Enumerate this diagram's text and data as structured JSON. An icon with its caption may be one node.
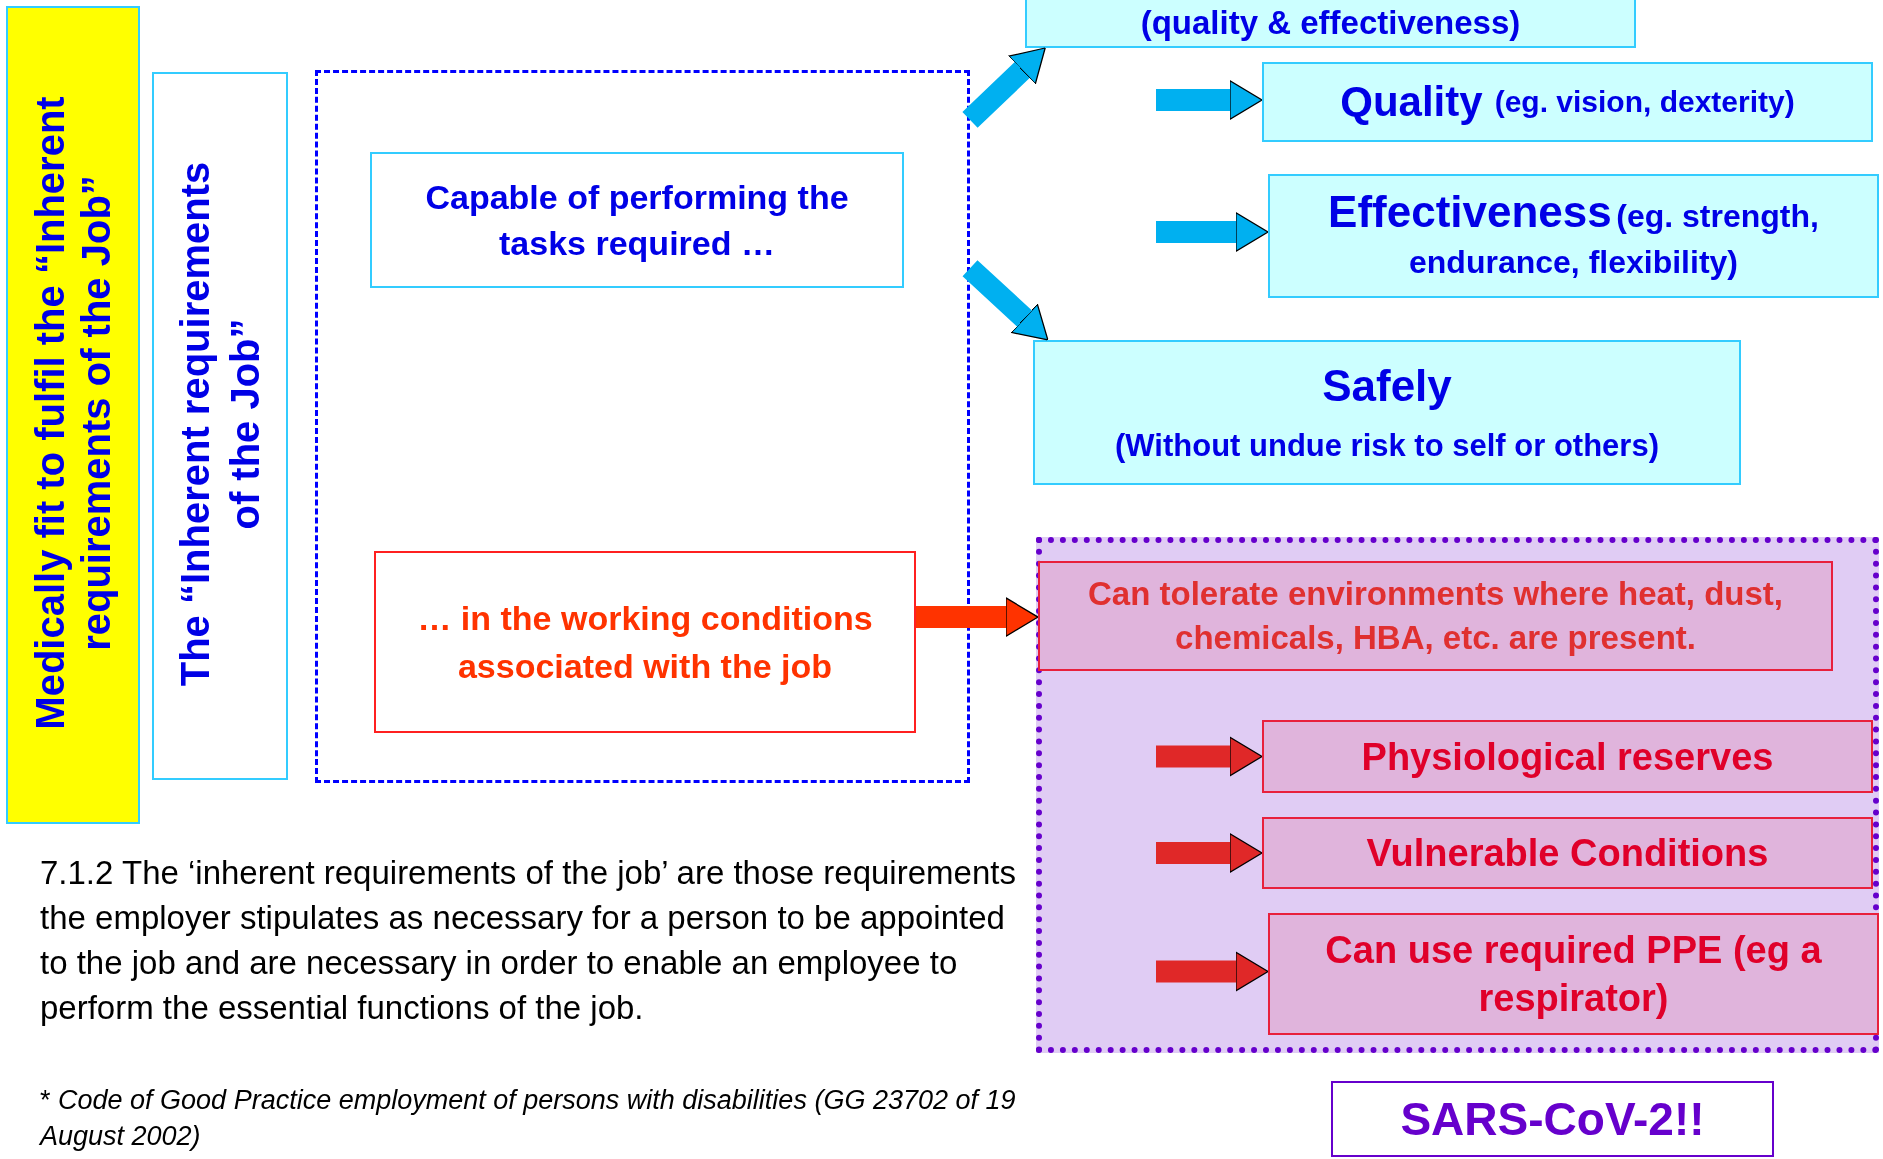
{
  "diagram": {
    "nodes": [
      {
        "text": [
          "Medically fit to fulfil the “Inherent requirements of the Job”"
        ]
      },
      {
        "text": [
          "The “Inherent requirements of the Job”"
        ]
      },
      {
        "text": [],
        "shape": "box"
      },
      {
        "text": [
          "Capable of performing the tasks required …"
        ],
        "in": 2
      },
      {
        "text": [
          "… in the working conditions associated with the job"
        ],
        "in": 2
      },
      {
        "text": [
          "(quality & effectiveness)"
        ]
      },
      {
        "text": [
          "Quality",
          "(eg. vision, dexterity)"
        ]
      },
      {
        "text": [
          "Effectiveness",
          "(eg. strength, endurance, flexibility)"
        ]
      },
      {
        "text": [
          "Safely",
          "(Without undue risk to self or others)"
        ]
      },
      {
        "text": [],
        "shape": "box"
      },
      {
        "text": [
          "Can tolerate environments where heat, dust, chemicals, HBA, etc. are present."
        ],
        "in": 9
      },
      {
        "text": [
          "Physiological reserves"
        ],
        "in": 9
      },
      {
        "text": [
          "Vulnerable Conditions"
        ],
        "in": 9
      },
      {
        "text": [
          "Can use required PPE (eg a respirator)"
        ],
        "in": 9
      },
      {
        "text": [
          "SARS-CoV-2!!"
        ]
      }
    ],
    "edges": [
      {
        "from": 2,
        "to": 5,
        "arrow": "to",
        "color": "#00b0f0"
      },
      {
        "from": 2,
        "to": 8,
        "arrow": "to",
        "color": "#00b0f0"
      },
      {
        "from": null,
        "to": 6,
        "arrow": "to",
        "color": "#00b0f0"
      },
      {
        "from": null,
        "to": 7,
        "arrow": "to",
        "color": "#00b0f0"
      },
      {
        "from": 4,
        "to": 10,
        "arrow": "to",
        "color": "#ff3300"
      },
      {
        "from": null,
        "to": 11,
        "arrow": "to",
        "color": "#e02828"
      },
      {
        "from": null,
        "to": 12,
        "arrow": "to",
        "color": "#e02828"
      },
      {
        "from": null,
        "to": 13,
        "arrow": "to",
        "color": "#e02828"
      }
    ],
    "labels": [
      "7.1.2 The ‘inherent requirements of the job’ are those requirements the employer stipulates as necessary for a person to be appointed to the job and are necessary in order to enable an employee to perform the essential functions of the job.",
      "* *Code of Good Practice employment of persons with disabilities (GG 23702 of 19 August 2002)*"
    ]
  }
}
